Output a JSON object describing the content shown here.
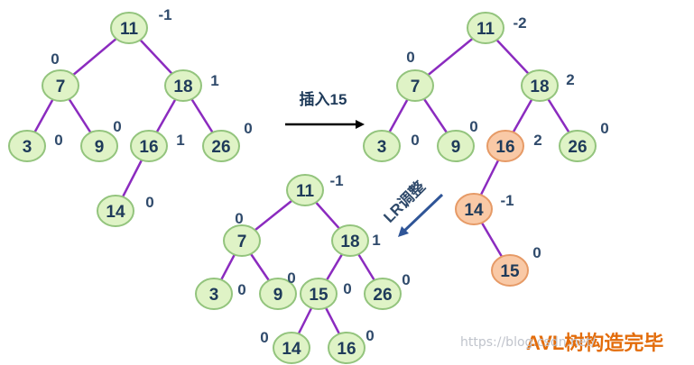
{
  "colors": {
    "edge": "#8b2bbf",
    "node_green_fill": "#dff3c6",
    "node_green_stroke": "#93c47d",
    "node_orange_fill": "#f9c9a6",
    "node_orange_stroke": "#e69a66",
    "balance_text": "#2f4a6b",
    "arrow": "#000000",
    "arrow_blue": "#2f5597",
    "caption_orange": "#e36c0a",
    "watermark": "#c0c4cc"
  },
  "labels": {
    "insert_step": "插入15",
    "rotation_step": "LR调整",
    "result": "AVL树构造完毕",
    "watermark": "https://blog.csdn.net/"
  },
  "trees": [
    {
      "nodes": [
        {
          "key": "11",
          "balance": "-1",
          "highlight": false
        },
        {
          "key": "7",
          "balance": "0",
          "highlight": false
        },
        {
          "key": "18",
          "balance": "1",
          "highlight": false
        },
        {
          "key": "3",
          "balance": "0",
          "highlight": false
        },
        {
          "key": "9",
          "balance": "0",
          "highlight": false
        },
        {
          "key": "16",
          "balance": "1",
          "highlight": false
        },
        {
          "key": "26",
          "balance": "0",
          "highlight": false
        },
        {
          "key": "14",
          "balance": "0",
          "highlight": false
        }
      ],
      "edges": [
        [
          "11",
          "7"
        ],
        [
          "11",
          "18"
        ],
        [
          "7",
          "3"
        ],
        [
          "7",
          "9"
        ],
        [
          "18",
          "16"
        ],
        [
          "18",
          "26"
        ],
        [
          "16",
          "14"
        ]
      ]
    },
    {
      "nodes": [
        {
          "key": "11",
          "balance": "-2",
          "highlight": false
        },
        {
          "key": "7",
          "balance": "0",
          "highlight": false
        },
        {
          "key": "18",
          "balance": "2",
          "highlight": false
        },
        {
          "key": "3",
          "balance": "0",
          "highlight": false
        },
        {
          "key": "9",
          "balance": "0",
          "highlight": false
        },
        {
          "key": "16",
          "balance": "2",
          "highlight": true
        },
        {
          "key": "26",
          "balance": "0",
          "highlight": false
        },
        {
          "key": "14",
          "balance": "-1",
          "highlight": true
        },
        {
          "key": "15",
          "balance": "0",
          "highlight": true
        }
      ],
      "edges": [
        [
          "11",
          "7"
        ],
        [
          "11",
          "18"
        ],
        [
          "7",
          "3"
        ],
        [
          "7",
          "9"
        ],
        [
          "18",
          "16"
        ],
        [
          "18",
          "26"
        ],
        [
          "16",
          "14"
        ],
        [
          "14",
          "15"
        ]
      ]
    },
    {
      "nodes": [
        {
          "key": "11",
          "balance": "-1",
          "highlight": false
        },
        {
          "key": "7",
          "balance": "0",
          "highlight": false
        },
        {
          "key": "18",
          "balance": "1",
          "highlight": false
        },
        {
          "key": "3",
          "balance": "0",
          "highlight": false
        },
        {
          "key": "9",
          "balance": "0",
          "highlight": false
        },
        {
          "key": "15",
          "balance": "0",
          "highlight": false
        },
        {
          "key": "26",
          "balance": "0",
          "highlight": false
        },
        {
          "key": "14",
          "balance": "0",
          "highlight": false
        },
        {
          "key": "16",
          "balance": "0",
          "highlight": false
        }
      ],
      "edges": [
        [
          "11",
          "7"
        ],
        [
          "11",
          "18"
        ],
        [
          "7",
          "3"
        ],
        [
          "7",
          "9"
        ],
        [
          "18",
          "15"
        ],
        [
          "18",
          "26"
        ],
        [
          "15",
          "14"
        ],
        [
          "15",
          "16"
        ]
      ]
    }
  ]
}
